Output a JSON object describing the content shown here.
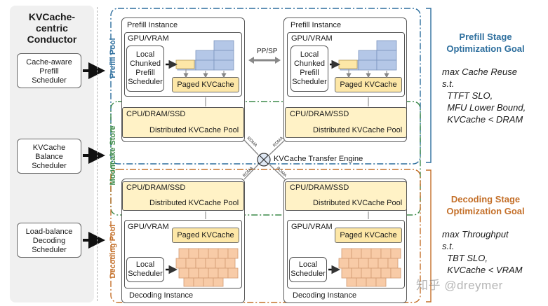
{
  "conductor": {
    "title": "KVCache-\ncentric\nConductor",
    "schedulers": [
      "Cache-aware\nPrefill\nScheduler",
      "KVCache\nBalance\nScheduler",
      "Load-balance\nDecoding\nScheduler"
    ]
  },
  "pools": {
    "prefill": "Prefill Pool",
    "mooncake": "Mooncake Store",
    "decoding": "Decoding Pool"
  },
  "prefill_instance": {
    "title": "Prefill Instance",
    "gpu": "GPU/VRAM",
    "local": "Local\nChunked\nPrefill\nScheduler",
    "paged": "Paged KVCache"
  },
  "pp_sp": "PP/SP",
  "store": {
    "cpu": "CPU/DRAM/SSD",
    "pool": "Distributed KVCache Pool"
  },
  "transfer": {
    "engine": "KVCache Transfer Engine",
    "rdma": "RDMA"
  },
  "decoding_instance": {
    "title": "Decoding Instance",
    "gpu": "GPU/VRAM",
    "local": "Local\nScheduler",
    "paged": "Paged KVCache"
  },
  "goals": {
    "prefill_title": "Prefill Stage\nOptimization Goal",
    "prefill_text": "max Cache Reuse\ns.t.\n  TTFT SLO,\n  MFU Lower Bound,\n  KVCache < DRAM",
    "decoding_title": "Decoding Stage\nOptimization Goal",
    "decoding_text": "max Throughput\ns.t.\n  TBT SLO,\n  KVCache < VRAM"
  },
  "watermark": "知乎 @dreymer",
  "colors": {
    "blue_title": "#2e6f9e",
    "orange_title": "#c4702a",
    "kv_blue": "#b4c7e7",
    "kv_orange": "#f8cba7",
    "paged_yellow": "#fde7a7",
    "store_yellow": "#fff2c6",
    "prefill_border": "#2e6f9e",
    "decoding_border": "#c4702a",
    "store_border": "#3d8a4a"
  }
}
